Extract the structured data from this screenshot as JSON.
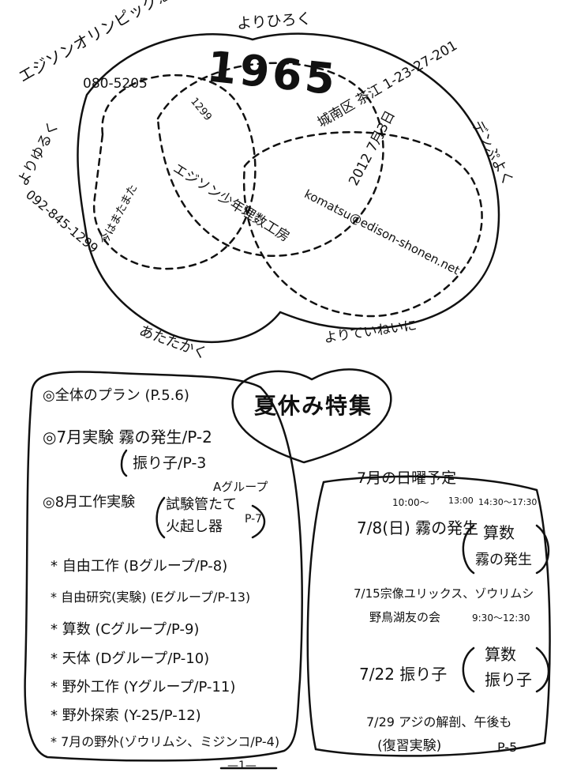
{
  "header": {
    "org_name": "エジソンオリンピック憲章",
    "year": "1965",
    "phone_top": "080-5205",
    "postal_num": "1299",
    "address": "城南区 茶江 1-23-27-201",
    "date": "2012 7月3日",
    "email": "komatsu@edison-shonen.net",
    "phone_left": "092-845-1299",
    "club": "エジソン少年理数工房",
    "tagline": "今はまたまた",
    "slogans": {
      "top": "よりひろく",
      "left": "よりゆるく",
      "right": "デンぷよく",
      "bottom_left": "あたたかく",
      "bottom_right": "よりていねいに"
    }
  },
  "plan": {
    "items": [
      {
        "bullet": "◎",
        "text": "全体のプラン (P.5.6)"
      },
      {
        "bullet": "◎",
        "text": "7月実験 霧の発生/P-2"
      },
      {
        "bullet": "",
        "text": "振り子/P-3"
      },
      {
        "bullet": "◎",
        "text": "8月工作実験"
      },
      {
        "bullet": "",
        "text": "Aグループ"
      },
      {
        "bullet": "",
        "text": "試験管たて"
      },
      {
        "bullet": "",
        "text": "火起し器"
      },
      {
        "bullet": "",
        "text": "P-7"
      },
      {
        "bullet": "*",
        "text": "自由工作 (Bグループ/P-8)"
      },
      {
        "bullet": "*",
        "text": "自由研究(実験) (Eグループ/P-13)"
      },
      {
        "bullet": "*",
        "text": "算数 (Cグループ/P-9)"
      },
      {
        "bullet": "*",
        "text": "天体 (Dグループ/P-10)"
      },
      {
        "bullet": "*",
        "text": "野外工作 (Yグループ/P-11)"
      },
      {
        "bullet": "*",
        "text": "野外探索 (Y-25/P-12)"
      },
      {
        "bullet": "*",
        "text": "7月の野外(ゾウリムシ、ミジンコ/P-4)"
      }
    ]
  },
  "feature_title": "夏休み特集",
  "sunday": {
    "title": "7月の日曜予定",
    "time_1": "10:00〜",
    "time_2": "13:00",
    "time_3": "14:30〜17:30",
    "entries": [
      {
        "date": "7/8(日)",
        "text": "霧の発生",
        "side_1": "算数",
        "side_2": "霧の発生"
      },
      {
        "date": "7/15",
        "text": "宗像ユリックス、ゾウリムシ",
        "sub": "野鳥湖友の会",
        "time": "9:30〜12:30"
      },
      {
        "date": "7/22",
        "text": "振り子",
        "side_1": "算数",
        "side_2": "振り子"
      },
      {
        "date": "7/29",
        "text": "アジの解剖、午後も",
        "sub": "(復習実験)",
        "page": "P-5"
      }
    ]
  },
  "page_number": "—1—"
}
